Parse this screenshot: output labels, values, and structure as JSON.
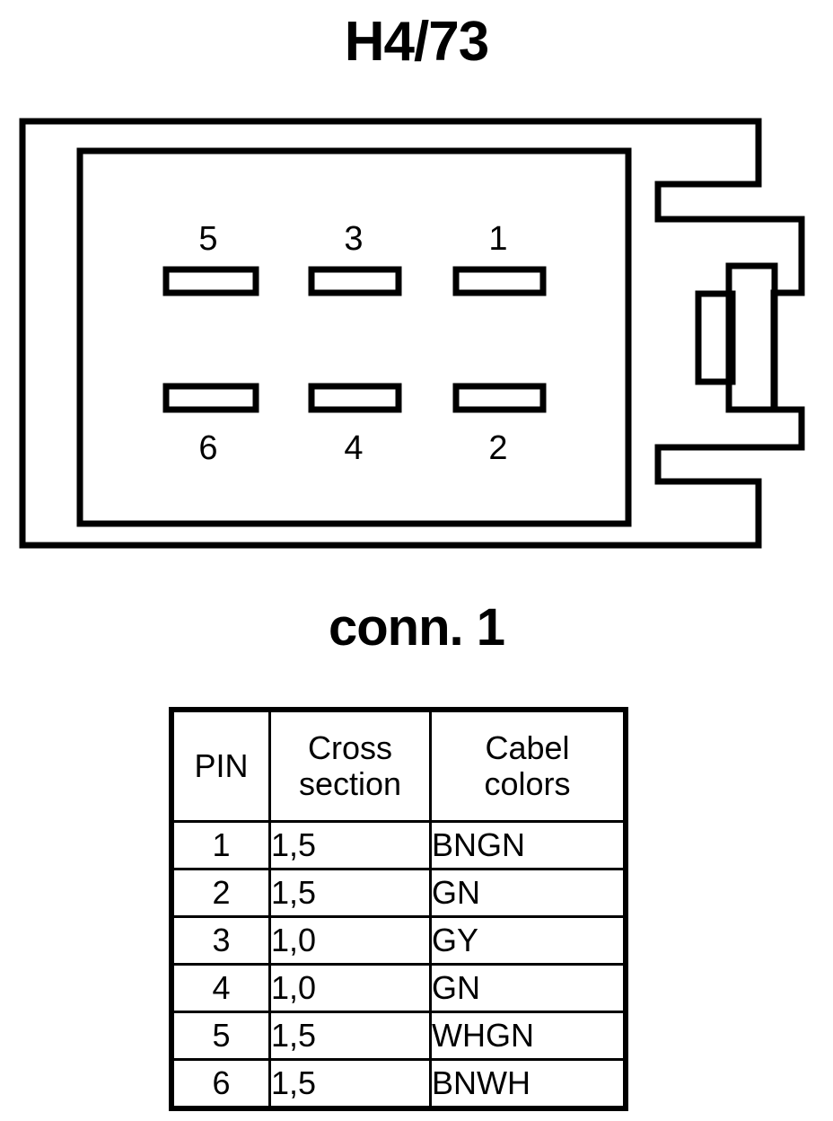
{
  "connector": {
    "title": "H4/73",
    "caption": "conn. 1",
    "pin_labels": {
      "top": [
        "5",
        "3",
        "1"
      ],
      "bottom": [
        "6",
        "4",
        "2"
      ]
    }
  },
  "pin_table": {
    "headers": {
      "pin": "PIN",
      "cross_line1": "Cross",
      "cross_line2": "section",
      "color_line1": "Cabel",
      "color_line2": "colors"
    },
    "rows": [
      {
        "pin": "1",
        "cross_section": "1,5",
        "cable_colors": "BNGN"
      },
      {
        "pin": "2",
        "cross_section": "1,5",
        "cable_colors": "GN"
      },
      {
        "pin": "3",
        "cross_section": "1,0",
        "cable_colors": "GY"
      },
      {
        "pin": "4",
        "cross_section": "1,0",
        "cable_colors": "GN"
      },
      {
        "pin": "5",
        "cross_section": "1,5",
        "cable_colors": "WHGN"
      },
      {
        "pin": "6",
        "cross_section": "1,5",
        "cable_colors": "BNWH"
      }
    ]
  },
  "style": {
    "line_color": "#000000",
    "background": "#ffffff"
  }
}
